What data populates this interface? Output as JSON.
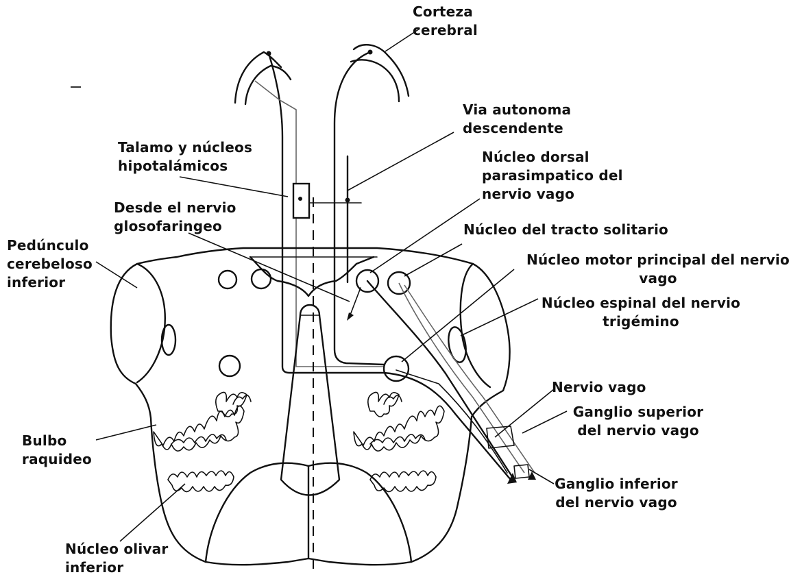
{
  "labels": {
    "corteza": [
      "Corteza",
      "cerebral"
    ],
    "via": [
      "Via autonoma",
      "descendente"
    ],
    "talamo": [
      "Talamo y núcleos",
      "hipotalámicos"
    ],
    "dorsal": [
      "Núcleo dorsal",
      "parasimpatico del",
      "nervio vago"
    ],
    "glosofaringeo": [
      "Desde el nervio",
      "glosofaringeo"
    ],
    "tracto": [
      "Núcleo del tracto solitario"
    ],
    "pedunculo": [
      "Pedúnculo",
      "cerebeloso",
      "inferior"
    ],
    "motor": [
      "Núcleo motor principal del nervio",
      "vago"
    ],
    "espinal": [
      "Núcleo espinal del nervio",
      "trigémino"
    ],
    "nervio_vago": [
      "Nervio vago"
    ],
    "ganglio_superior": [
      "Ganglio superior",
      "del nervio vago"
    ],
    "bulbo": [
      "Bulbo",
      "raquideo"
    ],
    "ganglio_inferior": [
      "Ganglio inferior",
      "del nervio vago"
    ],
    "olivar": [
      "Núcleo olivar",
      "inferior"
    ]
  }
}
